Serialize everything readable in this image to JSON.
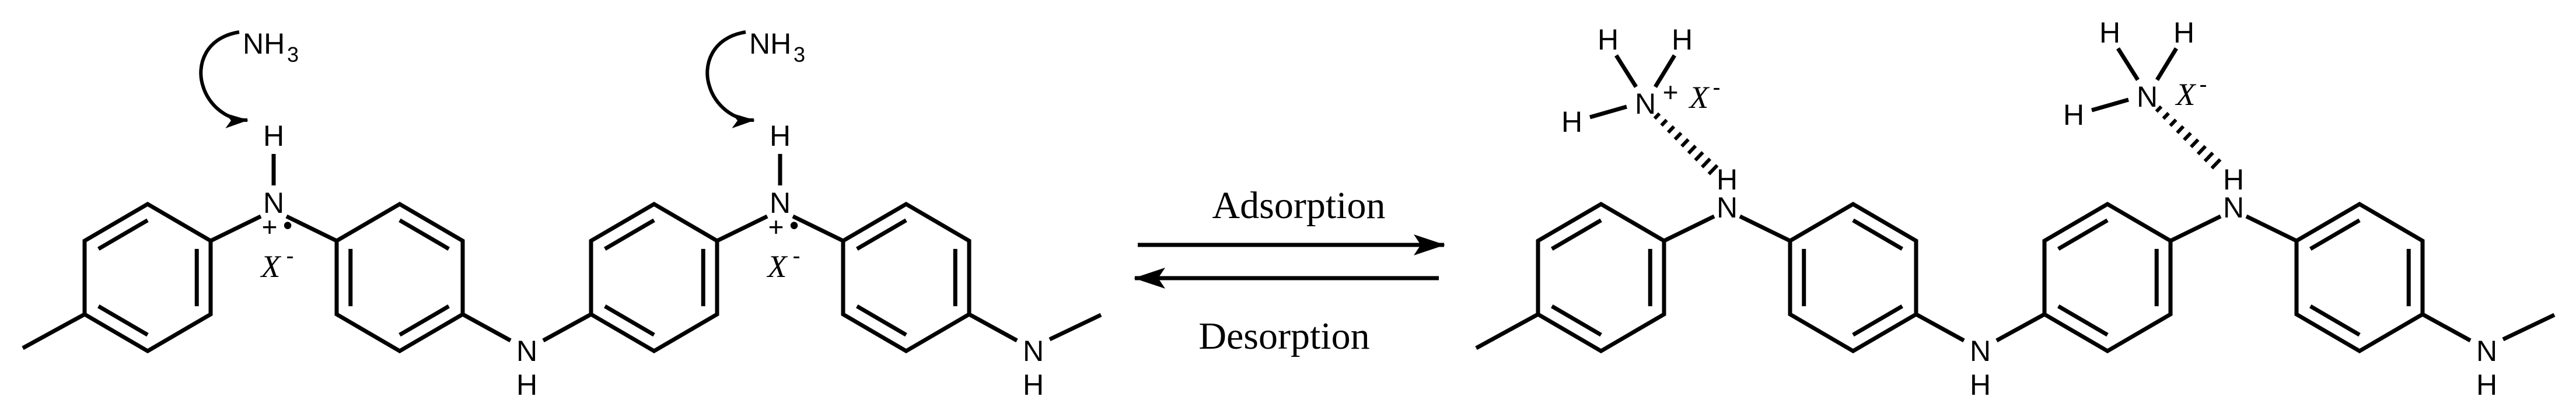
{
  "figure": {
    "background": "#ffffff",
    "ink": "#000000"
  },
  "equilibrium": {
    "forward": "Adsorption",
    "reverse": "Desorption"
  },
  "ammonia": {
    "formula": "NH",
    "subscript": "3"
  },
  "atoms": {
    "hydrogen": "H",
    "nitrogen": "N"
  },
  "charges": {
    "plus": "+",
    "radical_dot": "•",
    "counterion": "X",
    "minus": "-"
  }
}
